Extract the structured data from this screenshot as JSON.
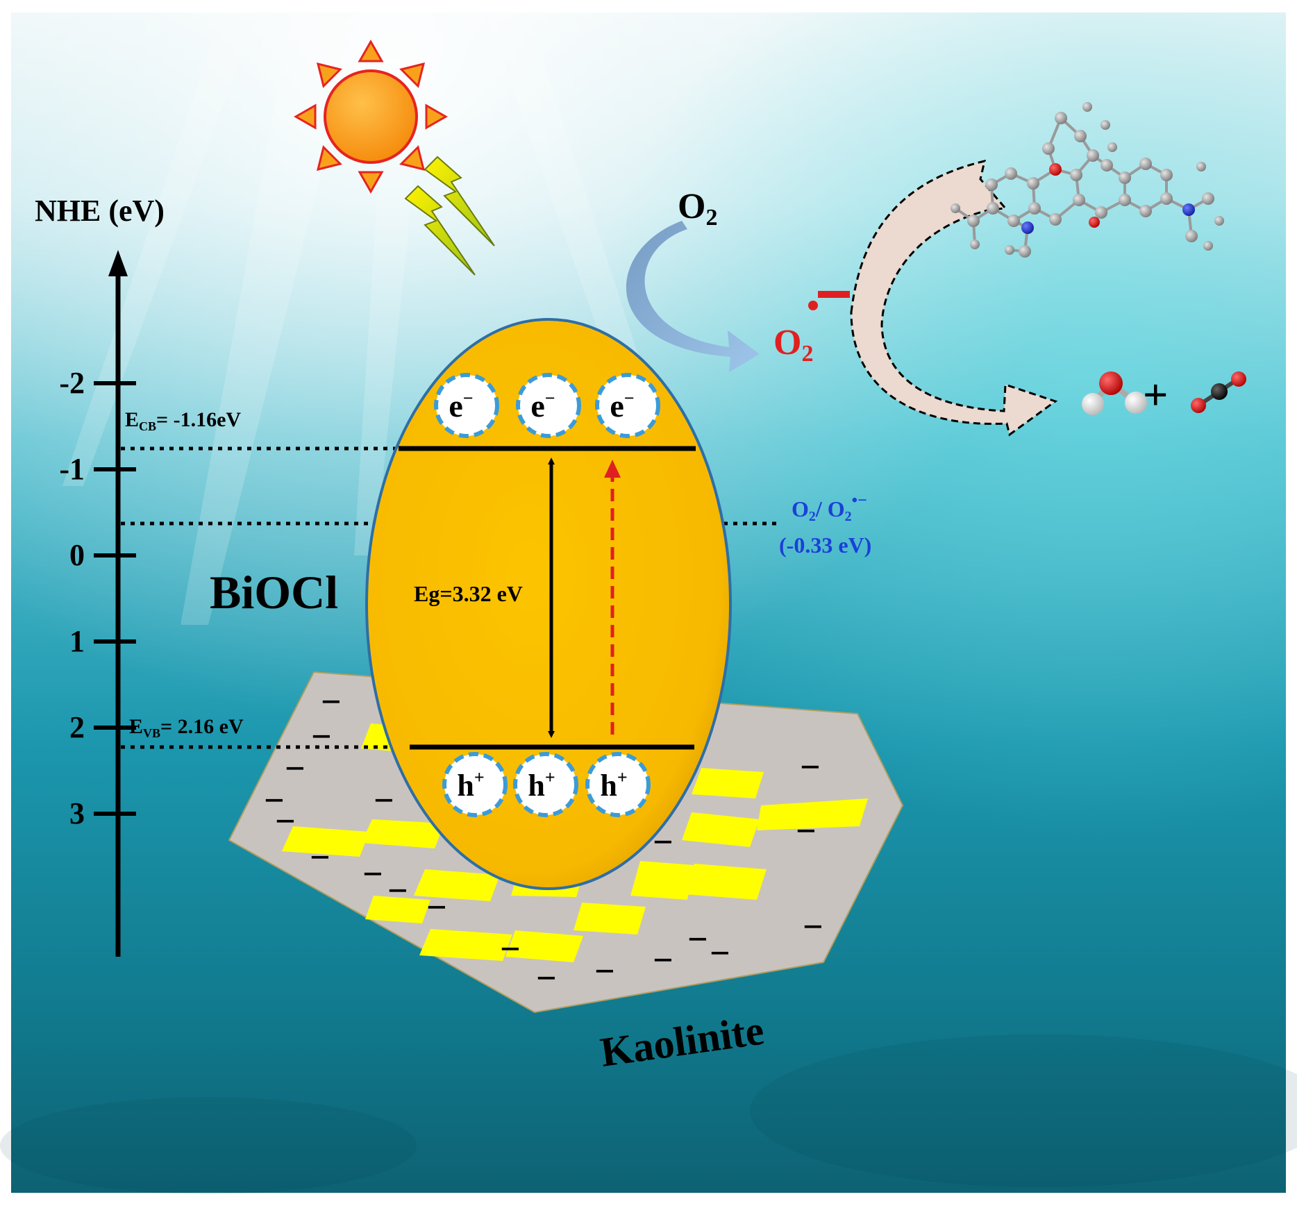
{
  "axis": {
    "title": "NHE (eV)",
    "ticks": [
      "-2",
      "-1",
      "0",
      "1",
      "2",
      "3"
    ]
  },
  "levels": {
    "ecb_main": "E",
    "ecb_sub": "CB",
    "ecb_value": "= -1.16eV",
    "evb_main": "E",
    "evb_sub": "VB",
    "evb_value": "= 2.16 eV",
    "redox_line1_a": "O",
    "redox_line1_sub_a": "2",
    "redox_line1_b": "/ O",
    "redox_line1_sub_b": "2",
    "redox_line1_sup": "•−",
    "redox_line2": "(-0.33 eV)"
  },
  "particle": {
    "material": "BiOCl",
    "bandgap": "Eg=3.32 eV",
    "electron": "e",
    "electron_sup": "−",
    "hole": "h",
    "hole_sup": "+"
  },
  "substrate": {
    "name": "Kaolinite",
    "charge": "−"
  },
  "species": {
    "oxygen": "O",
    "oxygen_sub": "2",
    "superoxide": "O",
    "superoxide_sub": "2",
    "plus": "+"
  },
  "colors": {
    "particle_fill": "#f5bd00",
    "particle_stroke": "#2e6ea5",
    "cb_label": "#e02020",
    "redox_label": "#1c3fd8",
    "substrate_fill": "#c9c3c0",
    "plate_fill": "#ffff00",
    "arrow_fill": "#ecd9cf"
  }
}
